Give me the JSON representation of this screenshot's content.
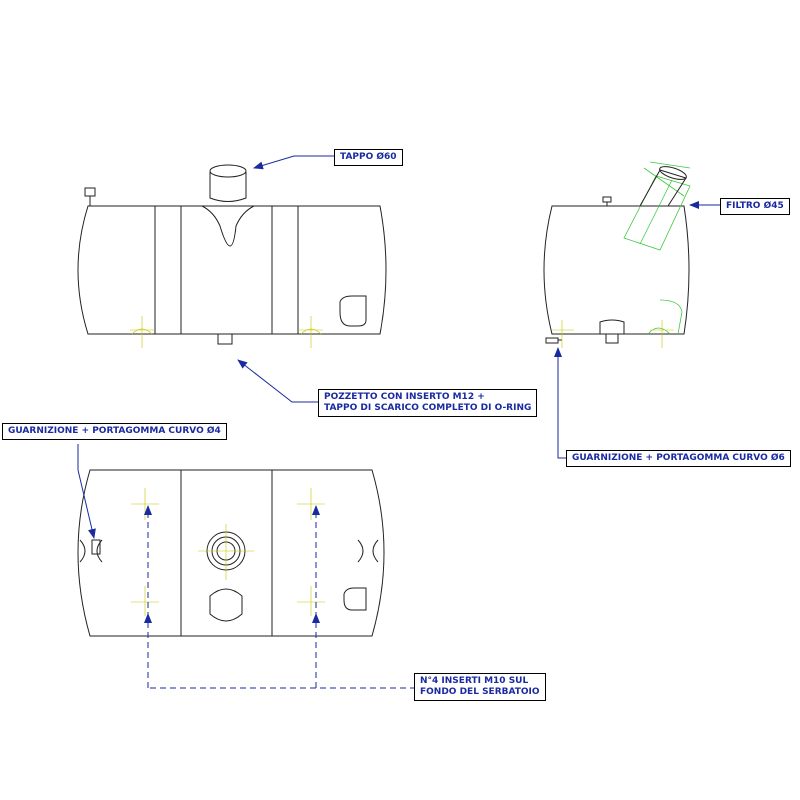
{
  "callouts": {
    "tappo": "TAPPO Ø60",
    "filtro": "FILTRO Ø45",
    "pozzetto_line1": "POZZETTO CON INSERTO M12 +",
    "pozzetto_line2": "TAPPO DI SCARICO COMPLETO DI O-RING",
    "guarnizione4": "GUARNIZIONE + PORTAGOMMA CURVO Ø4",
    "guarnizione6": "GUARNIZIONE + PORTAGOMMA CURVO Ø6",
    "inserti_line1": "N°4 INSERTI M10 SUL",
    "inserti_line2": "FONDO DEL SERBATOIO"
  },
  "colors": {
    "outline": "#222222",
    "leader": "#1a2aa0",
    "arrowhead": "#1a2aa0",
    "centerline": "#c8c800",
    "filter_green": "#3ec83e"
  }
}
